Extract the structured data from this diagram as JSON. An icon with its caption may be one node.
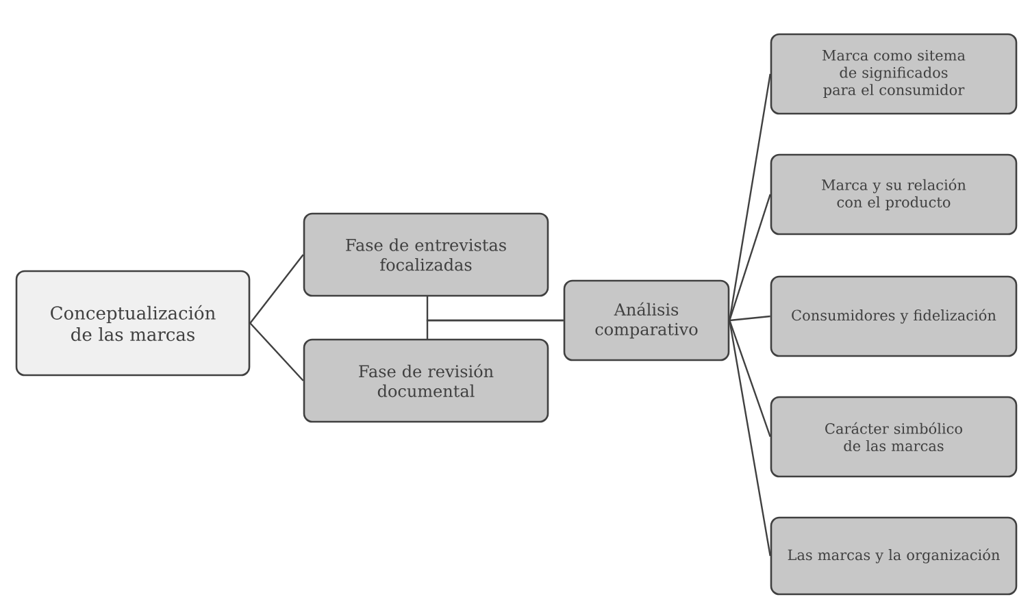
{
  "diagram": {
    "nodes": [
      {
        "text": [
          "Conceptualización de las marcas"
        ]
      },
      {
        "text": [
          "Fase de entrevistas focalizadas"
        ]
      },
      {
        "text": [
          "Fase de revisión documental"
        ]
      },
      {
        "text": [
          "Análisis comparativo"
        ]
      },
      {
        "text": [
          "Marca como sitema de significados para el consumidor"
        ]
      },
      {
        "text": [
          "Marca y su relación con el producto"
        ]
      },
      {
        "text": [
          "Consumidores y fidelización"
        ]
      },
      {
        "text": [
          "Carácter simbólico de las marcas"
        ]
      },
      {
        "text": [
          "Las marcas y la organización"
        ]
      }
    ],
    "edges": [
      {
        "from": 0,
        "to": 1,
        "arrow": "none"
      },
      {
        "from": 0,
        "to": 2,
        "arrow": "none"
      },
      {
        "from": 1,
        "to": 3,
        "arrow": "none"
      },
      {
        "from": 2,
        "to": 3,
        "arrow": "none"
      },
      {
        "from": 3,
        "to": 4,
        "arrow": "none"
      },
      {
        "from": 3,
        "to": 5,
        "arrow": "none"
      },
      {
        "from": 3,
        "to": 6,
        "arrow": "none"
      },
      {
        "from": 3,
        "to": 7,
        "arrow": "none"
      },
      {
        "from": 3,
        "to": 8,
        "arrow": "none"
      }
    ]
  }
}
